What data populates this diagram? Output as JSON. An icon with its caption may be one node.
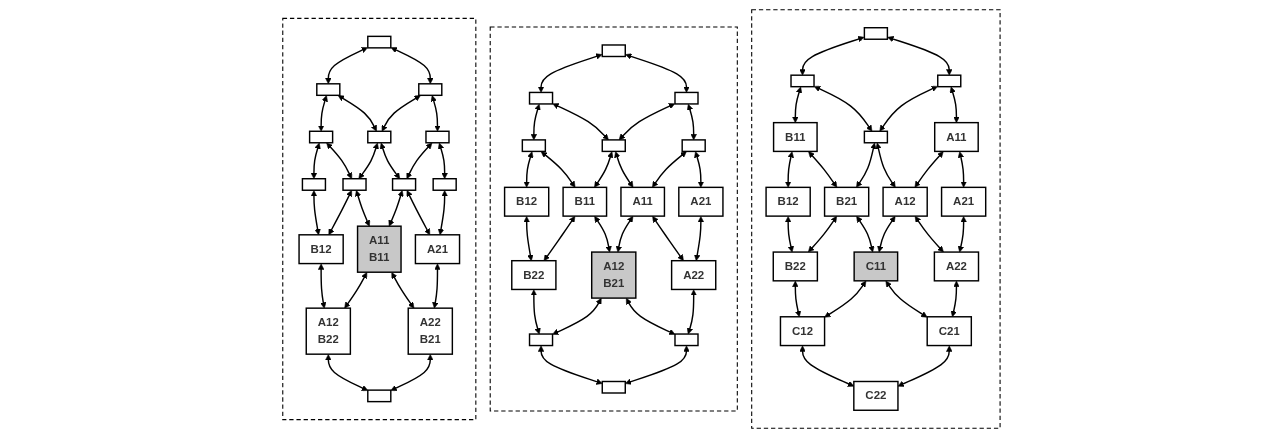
{
  "diagram": {
    "nodes": [
      {
        "text": [],
        "shape": "box"
      },
      {
        "text": [],
        "shape": "box",
        "in": 0
      },
      {
        "text": [],
        "shape": "box",
        "in": 0
      },
      {
        "text": [
          "B11"
        ],
        "in": 0
      },
      {
        "text": [
          "B12"
        ],
        "in": 0
      },
      {
        "text": [],
        "shape": "box",
        "in": 0
      },
      {
        "text": [],
        "shape": "box",
        "in": 0
      },
      {
        "text": [
          "B21"
        ],
        "in": 0
      },
      {
        "text": [
          "B22"
        ],
        "in": 0
      },
      {
        "text": [
          "A11"
        ],
        "in": 0
      },
      {
        "text": [
          "A12"
        ],
        "in": 0
      },
      {
        "text": [
          "C11"
        ],
        "in": 0
      },
      {
        "text": [
          "C12"
        ],
        "in": 0
      },
      {
        "text": [
          "A21"
        ],
        "in": 0
      },
      {
        "text": [
          "A22"
        ],
        "in": 0
      },
      {
        "text": [
          "C21"
        ],
        "in": 0
      },
      {
        "text": [
          "C22"
        ],
        "in": 0
      },
      {
        "text": [],
        "shape": "box"
      },
      {
        "text": [],
        "shape": "box",
        "in": 17
      },
      {
        "text": [],
        "shape": "box",
        "in": 17
      },
      {
        "text": [],
        "shape": "box",
        "in": 17
      },
      {
        "text": [
          "B12"
        ],
        "in": 17
      },
      {
        "text": [],
        "shape": "box",
        "in": 17
      },
      {
        "text": [],
        "shape": "box",
        "in": 17
      },
      {
        "text": [
          "B11"
        ],
        "in": 17
      },
      {
        "text": [
          "B22"
        ],
        "in": 17
      },
      {
        "text": [],
        "shape": "box",
        "in": 17
      },
      {
        "text": [
          "A11"
        ],
        "in": 17
      },
      {
        "text": [
          "A12",
          "B21"
        ],
        "in": 17
      },
      {
        "text": [],
        "shape": "box",
        "in": 17
      },
      {
        "text": [
          "A21"
        ],
        "in": 17
      },
      {
        "text": [
          "A22"
        ],
        "in": 17
      },
      {
        "text": [],
        "shape": "box",
        "in": 17
      },
      {
        "text": [],
        "shape": "box",
        "in": 17
      },
      {
        "text": [],
        "shape": "box"
      },
      {
        "text": [],
        "shape": "box",
        "in": 34
      },
      {
        "text": [],
        "shape": "box",
        "in": 34
      },
      {
        "text": [],
        "shape": "box",
        "in": 34
      },
      {
        "text": [],
        "shape": "box",
        "in": 34
      },
      {
        "text": [],
        "shape": "box",
        "in": 34
      },
      {
        "text": [],
        "shape": "box",
        "in": 34
      },
      {
        "text": [],
        "shape": "box",
        "in": 34
      },
      {
        "text": [
          "B12"
        ],
        "in": 34
      },
      {
        "text": [],
        "shape": "box",
        "in": 34
      },
      {
        "text": [],
        "shape": "box",
        "in": 34
      },
      {
        "text": [
          "A11",
          "B11"
        ],
        "in": 34
      },
      {
        "text": [
          "A12",
          "B22"
        ],
        "in": 34
      },
      {
        "text": [],
        "shape": "box",
        "in": 34
      },
      {
        "text": [
          "A21"
        ],
        "in": 34
      },
      {
        "text": [
          "A22",
          "B21"
        ],
        "in": 34
      },
      {
        "text": [],
        "shape": "box",
        "in": 34
      }
    ],
    "edges": [
      {
        "from": 1,
        "to": 2,
        "arrow": "both"
      },
      {
        "from": 2,
        "to": 3,
        "arrow": "both"
      },
      {
        "from": 3,
        "to": 4,
        "arrow": "both"
      },
      {
        "from": 1,
        "to": 5,
        "arrow": "both"
      },
      {
        "from": 2,
        "to": 6,
        "arrow": "both"
      },
      {
        "from": 3,
        "to": 7,
        "arrow": "both"
      },
      {
        "from": 4,
        "to": 8,
        "arrow": "both"
      },
      {
        "from": 5,
        "to": 6,
        "arrow": "both"
      },
      {
        "from": 6,
        "to": 7,
        "arrow": "both"
      },
      {
        "from": 7,
        "to": 8,
        "arrow": "both"
      },
      {
        "from": 5,
        "to": 9,
        "arrow": "both"
      },
      {
        "from": 6,
        "to": 10,
        "arrow": "both"
      },
      {
        "from": 7,
        "to": 11,
        "arrow": "both"
      },
      {
        "from": 8,
        "to": 12,
        "arrow": "both"
      },
      {
        "from": 9,
        "to": 10,
        "arrow": "both"
      },
      {
        "from": 10,
        "to": 11,
        "arrow": "both"
      },
      {
        "from": 11,
        "to": 12,
        "arrow": "both"
      },
      {
        "from": 9,
        "to": 13,
        "arrow": "both"
      },
      {
        "from": 10,
        "to": 14,
        "arrow": "both"
      },
      {
        "from": 11,
        "to": 15,
        "arrow": "both"
      },
      {
        "from": 12,
        "to": 16,
        "arrow": "both"
      },
      {
        "from": 13,
        "to": 14,
        "arrow": "both"
      },
      {
        "from": 14,
        "to": 15,
        "arrow": "both"
      },
      {
        "from": 15,
        "to": 16,
        "arrow": "both"
      },
      {
        "from": 18,
        "to": 19,
        "arrow": "both"
      },
      {
        "from": 19,
        "to": 20,
        "arrow": "both"
      },
      {
        "from": 20,
        "to": 21,
        "arrow": "both"
      },
      {
        "from": 18,
        "to": 22,
        "arrow": "both"
      },
      {
        "from": 19,
        "to": 23,
        "arrow": "both"
      },
      {
        "from": 20,
        "to": 24,
        "arrow": "both"
      },
      {
        "from": 21,
        "to": 25,
        "arrow": "both"
      },
      {
        "from": 22,
        "to": 23,
        "arrow": "both"
      },
      {
        "from": 23,
        "to": 24,
        "arrow": "both"
      },
      {
        "from": 24,
        "to": 25,
        "arrow": "both"
      },
      {
        "from": 22,
        "to": 26,
        "arrow": "both"
      },
      {
        "from": 23,
        "to": 27,
        "arrow": "both"
      },
      {
        "from": 24,
        "to": 28,
        "arrow": "both"
      },
      {
        "from": 25,
        "to": 29,
        "arrow": "both"
      },
      {
        "from": 26,
        "to": 27,
        "arrow": "both"
      },
      {
        "from": 27,
        "to": 28,
        "arrow": "both"
      },
      {
        "from": 28,
        "to": 29,
        "arrow": "both"
      },
      {
        "from": 26,
        "to": 30,
        "arrow": "both"
      },
      {
        "from": 27,
        "to": 31,
        "arrow": "both"
      },
      {
        "from": 28,
        "to": 32,
        "arrow": "both"
      },
      {
        "from": 29,
        "to": 33,
        "arrow": "both"
      },
      {
        "from": 30,
        "to": 31,
        "arrow": "both"
      },
      {
        "from": 31,
        "to": 32,
        "arrow": "both"
      },
      {
        "from": 32,
        "to": 33,
        "arrow": "both"
      },
      {
        "from": 35,
        "to": 36,
        "arrow": "both"
      },
      {
        "from": 36,
        "to": 37,
        "arrow": "both"
      },
      {
        "from": 37,
        "to": 38,
        "arrow": "both"
      },
      {
        "from": 35,
        "to": 39,
        "arrow": "both"
      },
      {
        "from": 36,
        "to": 40,
        "arrow": "both"
      },
      {
        "from": 37,
        "to": 41,
        "arrow": "both"
      },
      {
        "from": 38,
        "to": 42,
        "arrow": "both"
      },
      {
        "from": 39,
        "to": 40,
        "arrow": "both"
      },
      {
        "from": 40,
        "to": 41,
        "arrow": "both"
      },
      {
        "from": 41,
        "to": 42,
        "arrow": "both"
      },
      {
        "from": 39,
        "to": 43,
        "arrow": "both"
      },
      {
        "from": 40,
        "to": 44,
        "arrow": "both"
      },
      {
        "from": 41,
        "to": 45,
        "arrow": "both"
      },
      {
        "from": 42,
        "to": 46,
        "arrow": "both"
      },
      {
        "from": 43,
        "to": 44,
        "arrow": "both"
      },
      {
        "from": 44,
        "to": 45,
        "arrow": "both"
      },
      {
        "from": 45,
        "to": 46,
        "arrow": "both"
      },
      {
        "from": 43,
        "to": 47,
        "arrow": "both"
      },
      {
        "from": 44,
        "to": 48,
        "arrow": "both"
      },
      {
        "from": 45,
        "to": 49,
        "arrow": "both"
      },
      {
        "from": 46,
        "to": 50,
        "arrow": "both"
      },
      {
        "from": 47,
        "to": 48,
        "arrow": "both"
      },
      {
        "from": 48,
        "to": 49,
        "arrow": "both"
      },
      {
        "from": 49,
        "to": 50,
        "arrow": "both"
      }
    ]
  }
}
